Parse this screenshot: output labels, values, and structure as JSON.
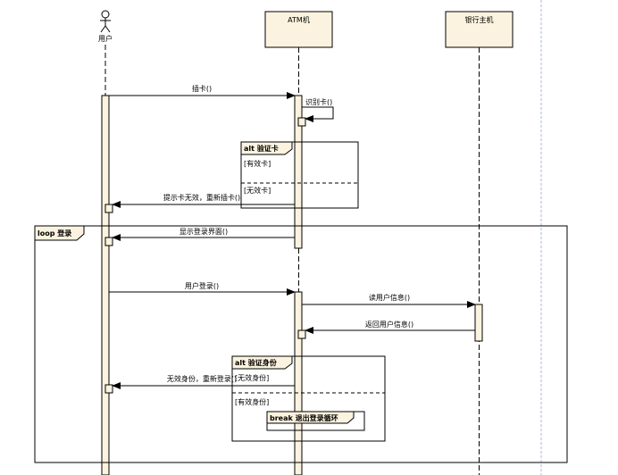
{
  "colors": {
    "background": "#ffffff",
    "lifeline_box": "#fbf3df",
    "activation": "#fbf3df",
    "line": "#000000",
    "fragment_tab": "#fbf3df",
    "boundary_dash": "#a9b9d6"
  },
  "participants": {
    "user": "用户",
    "atm": "ATM机",
    "bank": "银行主机"
  },
  "messages": {
    "insert_card": "插卡()",
    "recognize_card": "识别卡()",
    "prompt_invalid_reinsert": "提示卡无效，重新插卡()",
    "show_login_ui": "显示登录界面()",
    "user_login": "用户登录()",
    "read_user_info": "读用户信息()",
    "return_user_info": "返回用户信息()",
    "invalid_identity_relogin": "无效身份，重新登录()"
  },
  "fragments": {
    "alt_verify_card": {
      "label": "alt 验证卡",
      "guard_valid": "[有效卡]",
      "guard_invalid": "[无效卡]"
    },
    "loop_login": {
      "label": "loop 登录"
    },
    "alt_verify_identity": {
      "label": "alt 验证身份",
      "guard_invalid": "[无效身份]",
      "guard_valid": "[有效身份]"
    },
    "break_exit": {
      "label": "break 退出登录循环"
    }
  }
}
